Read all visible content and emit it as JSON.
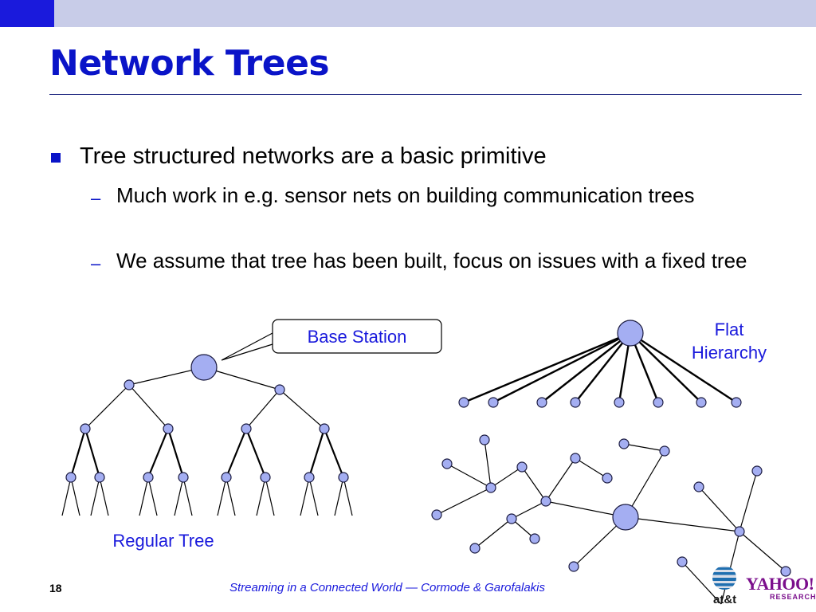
{
  "slide": {
    "title": "Network Trees",
    "bullet": "Tree structured networks are a basic primitive",
    "sub_bullets": [
      "Much work in e.g. sensor nets on building communication trees",
      "We assume that tree has been built, focus on issues with a fixed tree"
    ],
    "dash_glyph": "–"
  },
  "diagram": {
    "callout_label": "Base Station",
    "flat_label_line1": "Flat",
    "flat_label_line2": "Hierarchy",
    "regular_label": "Regular Tree",
    "node_color": "#a4aef2",
    "edge_color": "#000000"
  },
  "footer": {
    "slide_number": "18",
    "caption": "Streaming in a Connected World — Cormode & Garofalakis",
    "logo_att": "at&t",
    "logo_yahoo": "YAHOO!",
    "logo_research": "RESEARCH"
  },
  "colors": {
    "accent": "#0a14c8",
    "top_bar": "#c8cce8",
    "label_blue": "#1a1adc"
  }
}
